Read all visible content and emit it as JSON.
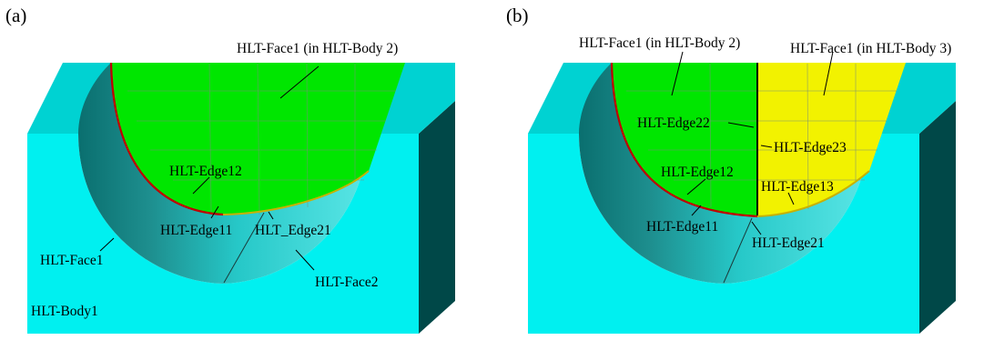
{
  "panels": {
    "a": {
      "tag": "(a)",
      "labels": {
        "face1_body2": "HLT-Face1 (in HLT-Body 2)",
        "edge12": "HLT-Edge12",
        "edge11": "HLT-Edge11",
        "edge21": "HLT_Edge21",
        "face1": "HLT-Face1",
        "face2": "HLT-Face2",
        "body1": "HLT-Body1"
      }
    },
    "b": {
      "tag": "(b)",
      "labels": {
        "face1_body2": "HLT-Face1 (in HLT-Body 2)",
        "face1_body3": "HLT-Face1 (in HLT-Body 3)",
        "edge22": "HLT-Edge22",
        "edge23": "HLT-Edge23",
        "edge12": "HLT-Edge12",
        "edge13": "HLT-Edge13",
        "edge11": "HLT-Edge11",
        "edge21": "HLT-Edge21"
      }
    }
  },
  "colors": {
    "body_cyan": "#00f0f0",
    "top_cyan": "#00d2d2",
    "side_dark": "#004848",
    "face_green": "#00e600",
    "face_yellow": "#f2f200",
    "edge_red": "#c00000"
  }
}
